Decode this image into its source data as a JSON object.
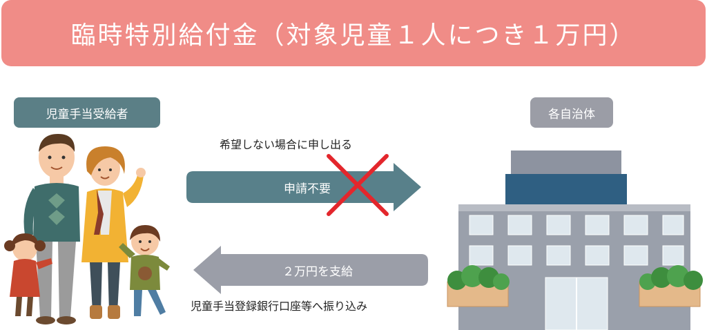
{
  "title": "臨時特別給付金（対象児童１人につき１万円）",
  "recipient_label": "児童手当受給者",
  "municipality_label": "各自治体",
  "decline_caption": "希望しない場合に申し出る",
  "no_application_label": "申請不要",
  "payment_label": "２万円を支給",
  "transfer_caption": "児童手当登録銀行口座等へ振り込み",
  "colors": {
    "banner": "#f08c87",
    "recipient_chip": "#5b7f86",
    "municipality_chip": "#9b9da6",
    "arrow_right": "#58808a",
    "arrow_left": "#9b9ea8",
    "cross": "#e3262c"
  },
  "icons": {
    "family": "family-illustration",
    "building": "municipal-office-building-illustration",
    "cross": "red-x-mark"
  }
}
